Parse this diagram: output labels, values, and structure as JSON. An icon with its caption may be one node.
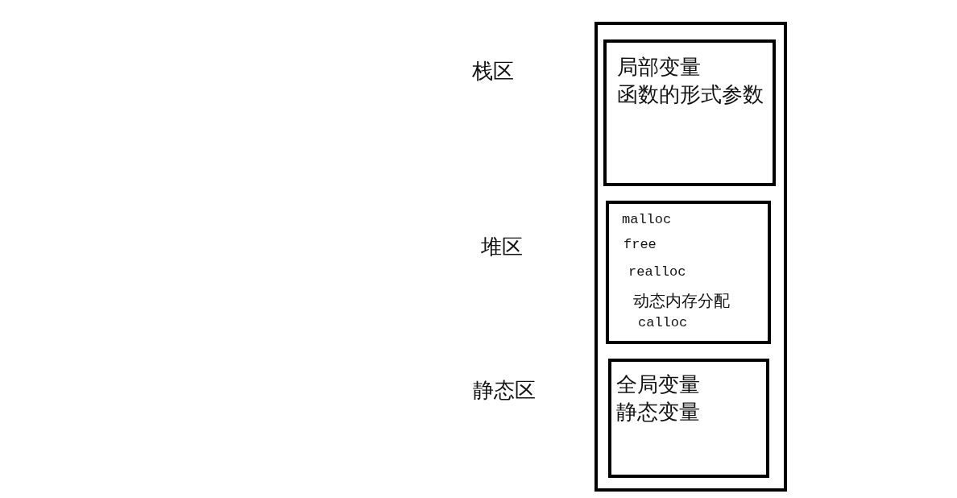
{
  "diagram": {
    "nodes": [
      {
        "text": [],
        "shape": "box"
      },
      {
        "text": [
          "局部变量",
          "函数的形式参数"
        ],
        "in": 0
      },
      {
        "text": [
          "malloc",
          "free",
          "realloc",
          "动态内存分配",
          "calloc"
        ],
        "in": 0
      },
      {
        "text": [
          "全局变量",
          "静态变量"
        ],
        "in": 0
      }
    ],
    "labels": [
      "栈区",
      "堆区",
      "静态区"
    ]
  }
}
